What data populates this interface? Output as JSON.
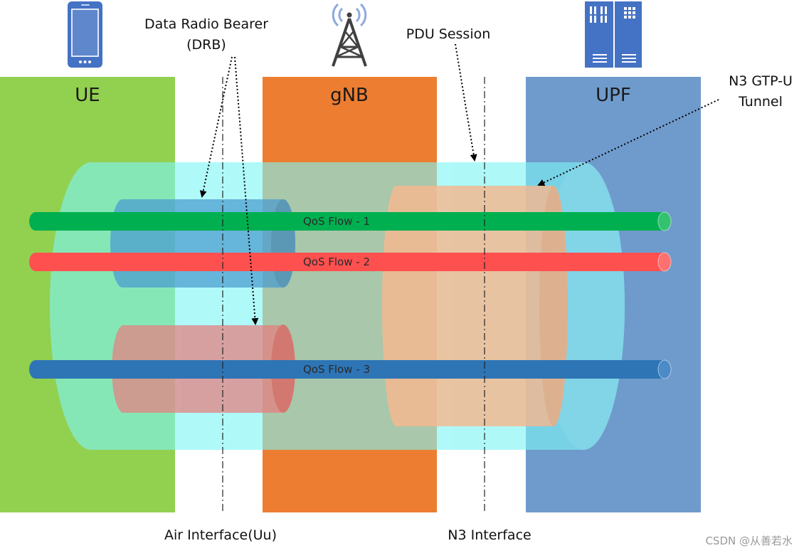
{
  "columns": {
    "ue": {
      "label": "UE",
      "color": "#92d050"
    },
    "gnb": {
      "label": "gNB",
      "color": "#ed7d31"
    },
    "upf": {
      "label": "UPF",
      "color": "#6f9bcc"
    }
  },
  "callouts": {
    "drb_line1": "Data Radio Bearer",
    "drb_line2": "(DRB)",
    "pdu": "PDU Session",
    "n3gtpu_line1": "N3 GTP-U",
    "n3gtpu_line2": "Tunnel"
  },
  "interfaces": {
    "air": "Air Interface(Uu)",
    "n3": "N3 Interface"
  },
  "flows": [
    {
      "label": "QoS Flow - 1",
      "color": "#00b050"
    },
    {
      "label": "QoS Flow - 2",
      "color": "#ff5050"
    },
    {
      "label": "QoS Flow - 3",
      "color": "#2e75b6"
    }
  ],
  "colors": {
    "pdu_session": "#7ff5f5",
    "drb_top": "#4a9bd0",
    "drb_bottom": "#e67f7f",
    "gtpu_tunnel": "#f5b890",
    "icon_blue": "#4472c4"
  },
  "icons": [
    "mobile-phone-icon",
    "cell-tower-icon",
    "server-rack-icon"
  ],
  "watermark": "CSDN @从善若水"
}
